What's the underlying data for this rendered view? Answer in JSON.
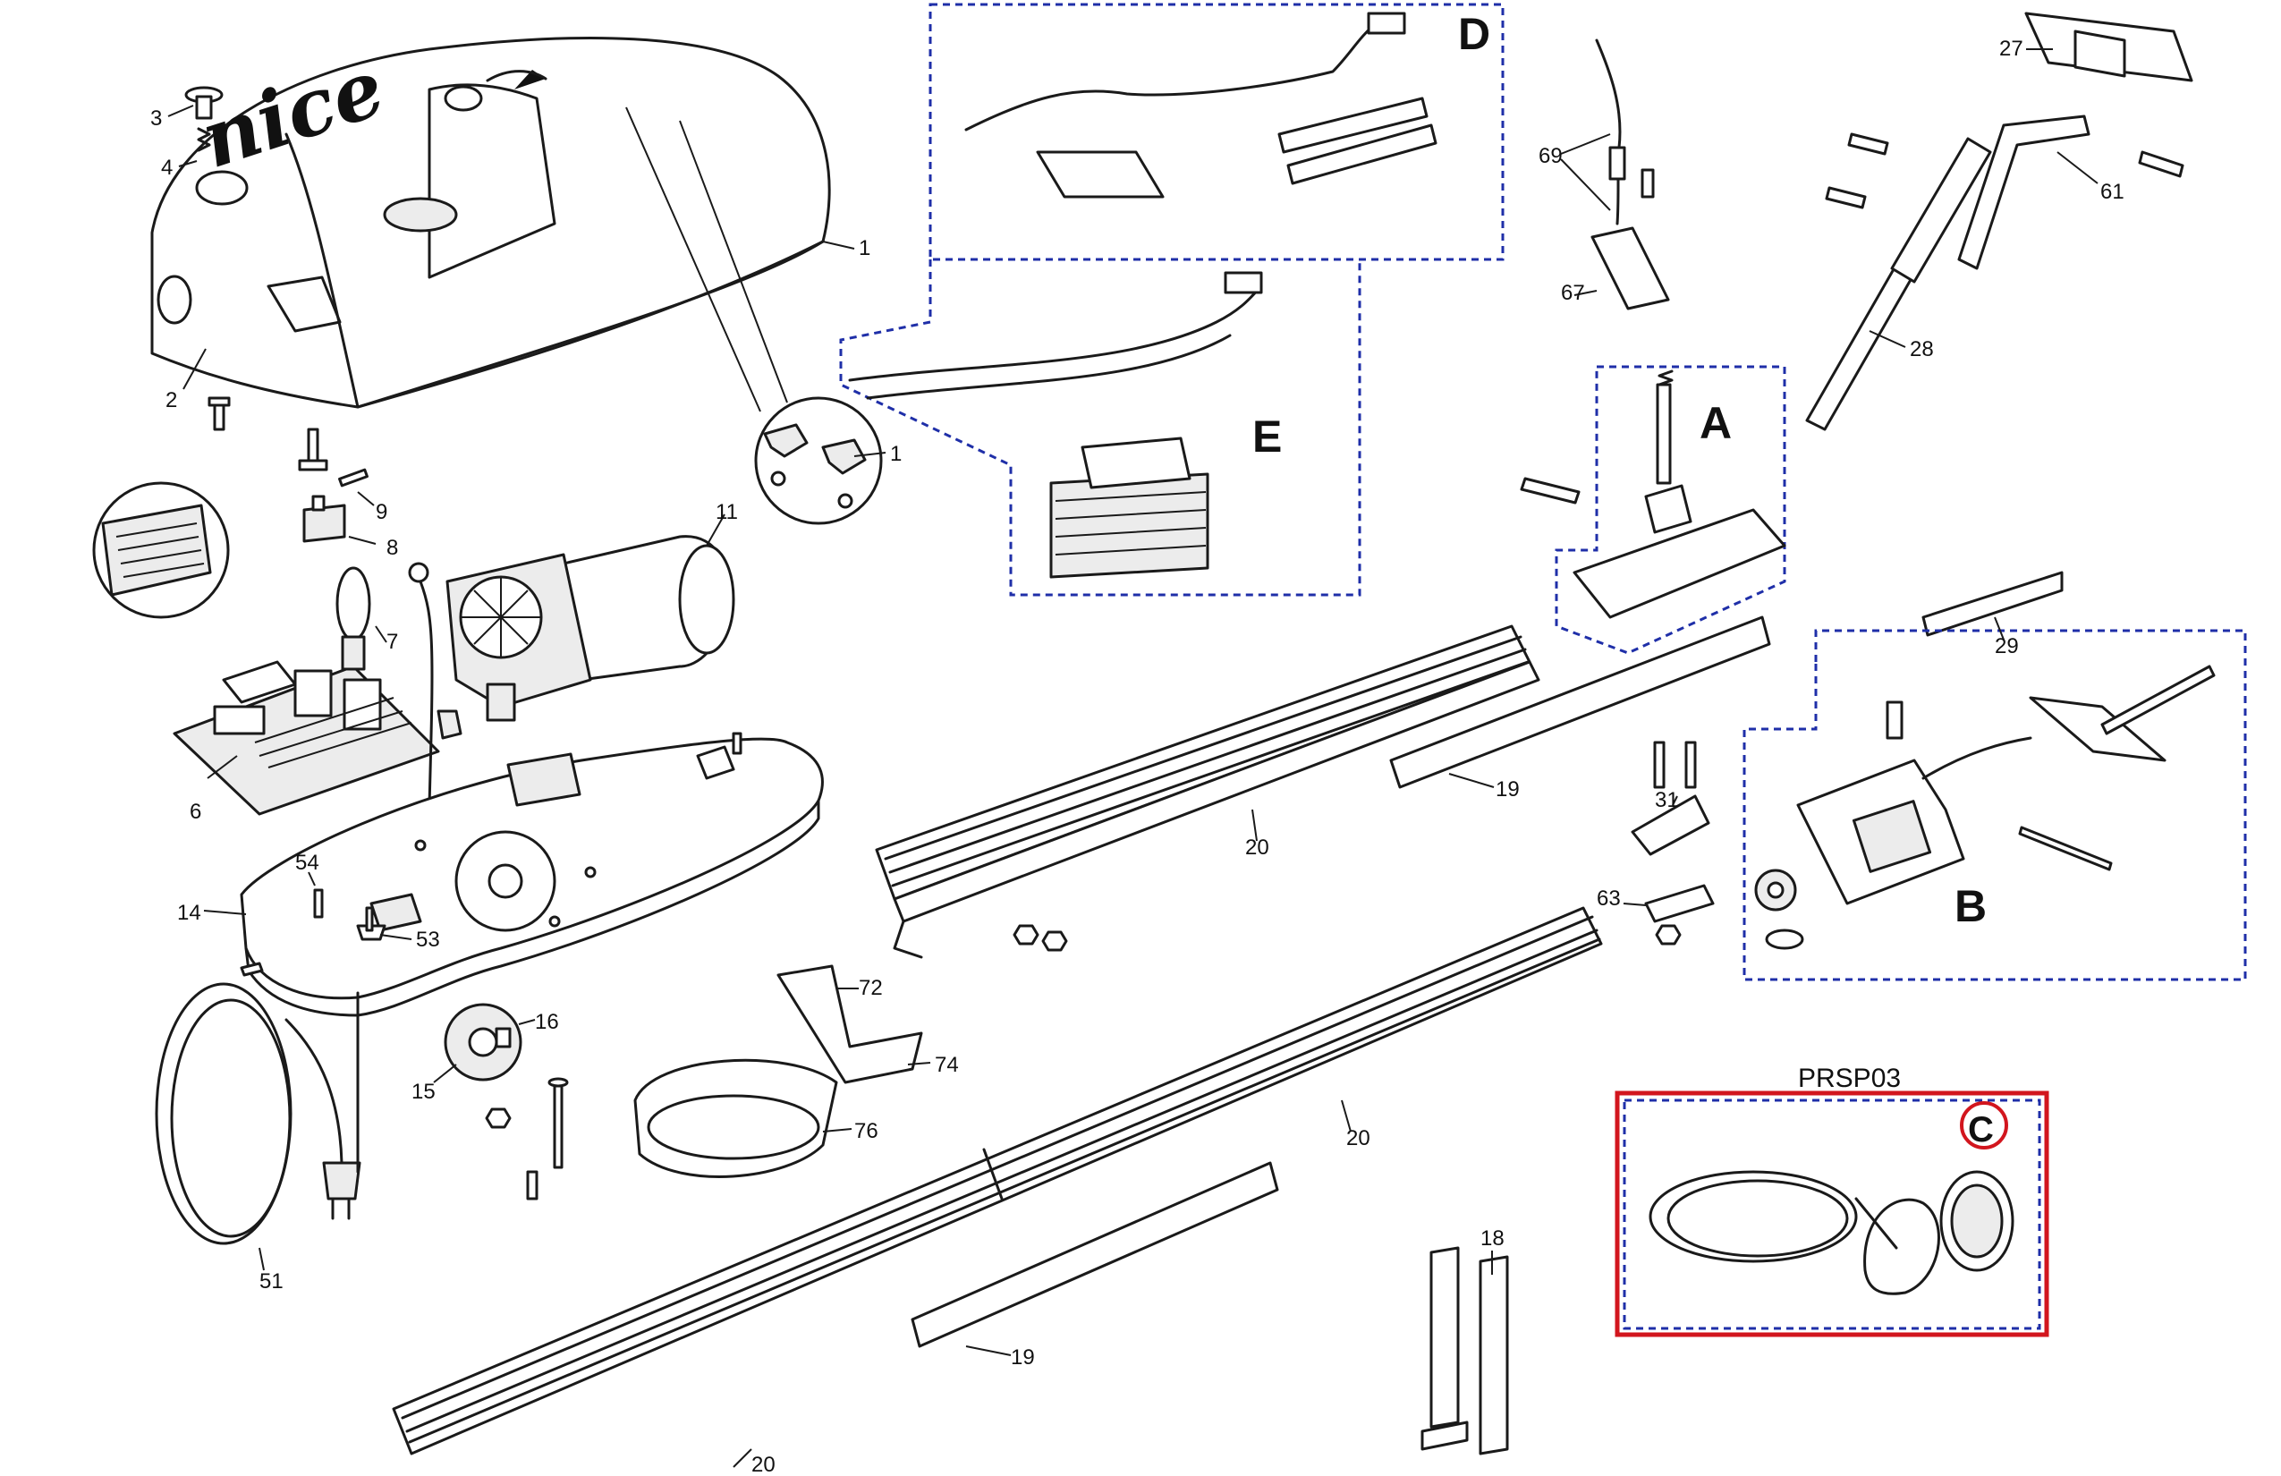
{
  "brand_logo": "nice",
  "kit": {
    "code": "PRSP03",
    "letter": "C"
  },
  "groups": [
    {
      "id": "A",
      "label": "A"
    },
    {
      "id": "B",
      "label": "B"
    },
    {
      "id": "D",
      "label": "D"
    },
    {
      "id": "E",
      "label": "E"
    }
  ],
  "callouts": [
    {
      "id": "c1a",
      "label": "1"
    },
    {
      "id": "c1b",
      "label": "1"
    },
    {
      "id": "c2",
      "label": "2"
    },
    {
      "id": "c3",
      "label": "3"
    },
    {
      "id": "c4",
      "label": "4"
    },
    {
      "id": "c6",
      "label": "6"
    },
    {
      "id": "c7",
      "label": "7"
    },
    {
      "id": "c8",
      "label": "8"
    },
    {
      "id": "c9",
      "label": "9"
    },
    {
      "id": "c11",
      "label": "11"
    },
    {
      "id": "c14",
      "label": "14"
    },
    {
      "id": "c15",
      "label": "15"
    },
    {
      "id": "c16",
      "label": "16"
    },
    {
      "id": "c18",
      "label": "18"
    },
    {
      "id": "c19a",
      "label": "19"
    },
    {
      "id": "c19b",
      "label": "19"
    },
    {
      "id": "c20a",
      "label": "20"
    },
    {
      "id": "c20b",
      "label": "20"
    },
    {
      "id": "c20c",
      "label": "20"
    },
    {
      "id": "c27",
      "label": "27"
    },
    {
      "id": "c28",
      "label": "28"
    },
    {
      "id": "c29",
      "label": "29"
    },
    {
      "id": "c31",
      "label": "31"
    },
    {
      "id": "c51",
      "label": "51"
    },
    {
      "id": "c53",
      "label": "53"
    },
    {
      "id": "c54",
      "label": "54"
    },
    {
      "id": "c61",
      "label": "61"
    },
    {
      "id": "c63",
      "label": "63"
    },
    {
      "id": "c67",
      "label": "67"
    },
    {
      "id": "c69",
      "label": "69"
    },
    {
      "id": "c72",
      "label": "72"
    },
    {
      "id": "c74",
      "label": "74"
    },
    {
      "id": "c76",
      "label": "76"
    }
  ],
  "colors": {
    "group_border": "#1f2fa8",
    "kit_highlight": "#d2161e",
    "line": "#1a1a1a"
  }
}
